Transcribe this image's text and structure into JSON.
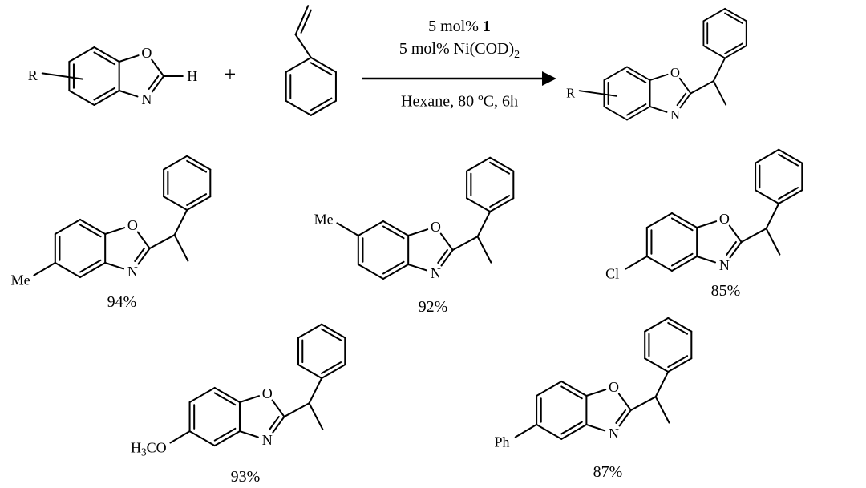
{
  "scheme": {
    "plus_sign": "+",
    "conditions": {
      "line1_prefix": "5 mol% ",
      "line1_catalyst_bold": "1",
      "line2_text": "5 mol% Ni(COD)",
      "line2_subscript": "2",
      "line3_prefix": "Hexane, 80 ",
      "line3_superscript": "o",
      "line3_suffix": "C, 6h"
    }
  },
  "atoms": {
    "oxygen": "O",
    "nitrogen": "N"
  },
  "molecules": {
    "reactant": {
      "r_label": "R",
      "h_label": "H"
    },
    "product_general": {
      "r_label": "R"
    },
    "products": [
      {
        "substituent": "Me",
        "position": "lower-left",
        "yield": "94%"
      },
      {
        "substituent": "Me",
        "position": "upper-left",
        "yield": "92%"
      },
      {
        "substituent": "Cl",
        "position": "lower-left",
        "yield": "85%"
      },
      {
        "substituent": "H3CO",
        "substituent_parts": [
          {
            "t": "H"
          },
          {
            "t": "3",
            "sub": true
          },
          {
            "t": "CO"
          }
        ],
        "position": "lower-left",
        "yield": "93%"
      },
      {
        "substituent": "Ph",
        "position": "lower-left",
        "yield": "87%"
      }
    ]
  }
}
